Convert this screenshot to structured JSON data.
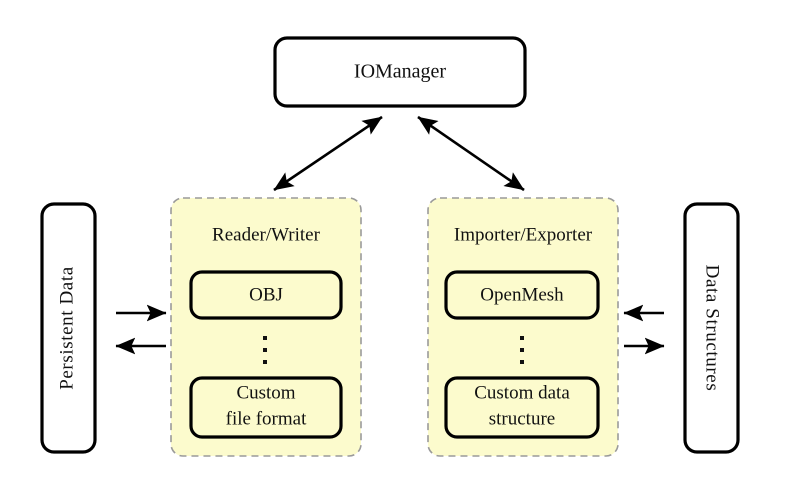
{
  "diagram": {
    "title_node": {
      "label": "IOManager",
      "name": "iomanager-node"
    },
    "groups": [
      {
        "name": "reader-writer-group",
        "label": "Reader/Writer",
        "items": [
          {
            "name": "obj-node",
            "label": "OBJ"
          },
          {
            "name": "custom-file-format-node",
            "label": "Custom\nfile format",
            "line1": "Custom",
            "line2": "file format"
          }
        ],
        "ellipsis": "vertical-ellipsis"
      },
      {
        "name": "importer-exporter-group",
        "label": "Importer/Exporter",
        "items": [
          {
            "name": "openmesh-node",
            "label": "OpenMesh"
          },
          {
            "name": "custom-data-structure-node",
            "label": "Custom data\nstructure",
            "line1": "Custom data",
            "line2": "structure"
          }
        ],
        "ellipsis": "vertical-ellipsis"
      }
    ],
    "side_nodes": [
      {
        "name": "persistent-data-node",
        "label": "Persistent Data",
        "orientation": "rotated-ccw"
      },
      {
        "name": "data-structures-node",
        "label": "Data Structures",
        "orientation": "rotated-cw"
      }
    ],
    "connectors": [
      {
        "name": "iomanager-to-reader-writer-arrow",
        "kind": "double-headed-diagonal"
      },
      {
        "name": "iomanager-to-importer-exporter-arrow",
        "kind": "double-headed-diagonal"
      },
      {
        "name": "persistent-data-to-reader-writer-arrow",
        "kind": "single-headed-right"
      },
      {
        "name": "reader-writer-to-persistent-data-arrow",
        "kind": "single-headed-left"
      },
      {
        "name": "data-structures-to-importer-exporter-arrow",
        "kind": "single-headed-left"
      },
      {
        "name": "importer-exporter-to-data-structures-arrow",
        "kind": "single-headed-right"
      }
    ],
    "colors": {
      "group_fill": "#fcfbcd",
      "group_border": "#9a9a9a",
      "node_border": "#000000",
      "node_fill": "#ffffff",
      "background": "#ffffff",
      "text": "#111111"
    }
  }
}
